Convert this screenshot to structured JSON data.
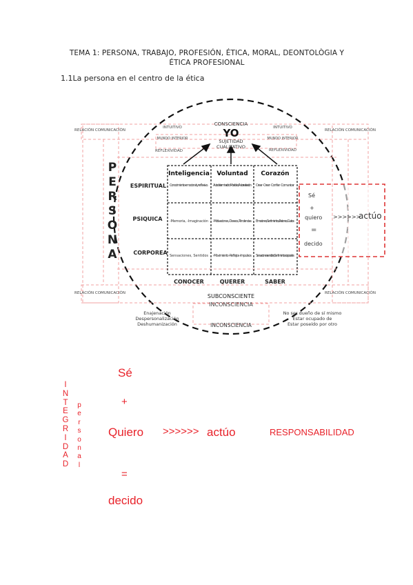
{
  "header": {
    "title_line1": "TEMA 1: PERSONA, TRABAJO, PROFESIÓN, ÉTICA, MORAL, DEONTOLÒGIA Y",
    "title_line2": "ÉTICA PROFESIONAL",
    "section": "1.1La persona en el centro de la ética"
  },
  "diagram": {
    "consciencia": "CONSCIENCIA",
    "yo": "YO",
    "sujetidad": "SUJETIDAD",
    "cualitativo": "CUALITATIVO",
    "intuitivo": "INTUITIVO",
    "mundo_interior": "MUNDO INTERIOR",
    "reflexividad": "REFLEXIVIDAD",
    "reflexividad_right": "REFLEXIVIDAD",
    "relacion_comunicacion": "RELACIÓN COMUNICACIÓN",
    "persona_letters": [
      "P",
      "E",
      "R",
      "S",
      "O",
      "N",
      "A"
    ],
    "rows": [
      "ESPIRITUAL",
      "PSIQUICA",
      "CORPOREA"
    ],
    "columns": [
      "Inteligencia",
      "Voluntad",
      "Corazón"
    ],
    "cells": [
      [
        "Conocimiento emocional y reflexivo.",
        "Autodeterminación, -Moralidad, -Autorrealización",
        "Crear · Creer · Confiar · Comunicar"
      ],
      [
        "-Memoria, -Imaginación",
        "-Motivaciones, -Deseos, -Tendencias",
        "Emociones, -Sentimientos, -Pasiones, -Gustos"
      ],
      [
        "Sensaciones, Sentidos",
        "-Movimiento -Reflejos -Impulsos",
        "Sensaciones sensibles, Sentimientos corporales"
      ]
    ],
    "bottom_labels": [
      "CONOCER",
      "QUERER",
      "SABER"
    ],
    "subconsciente": "SUBCONSCIENTE",
    "inconsciencia_mid": "INCONSCIENCIA",
    "inconsciencia": "INCONSCIENCIA",
    "left_notes": [
      "Enajenación",
      "Despersonalización",
      "Deshumanización"
    ],
    "right_notes": [
      "No ser dueño de sí mismo",
      "Estar ocupado de",
      "Estar poseído por otro"
    ],
    "red_box": {
      "se": "Sé",
      "plus": "+",
      "quiero": "quiero",
      "equals": "=",
      "decido": "decido",
      "arrow": ">>>>>>",
      "actuo": "actúo"
    }
  },
  "formula": {
    "se": "Sé",
    "plus": "+",
    "quiero": "Quiero",
    "arrow": ">>>>>>",
    "actuo": "actúo",
    "responsabilidad": "RESPONSABILIDAD",
    "equals": "=",
    "decido": "decido",
    "integridad_letters": [
      "I",
      "N",
      "T",
      "E",
      "G",
      "R",
      "I",
      "D",
      "A",
      "D"
    ],
    "personal_letters": [
      "p",
      "e",
      "r",
      "s",
      "o",
      "n",
      "a",
      "l"
    ]
  },
  "colors": {
    "accent_red": "#e8222a",
    "pink_dash": "#f2a0a0",
    "ink": "#222222"
  }
}
